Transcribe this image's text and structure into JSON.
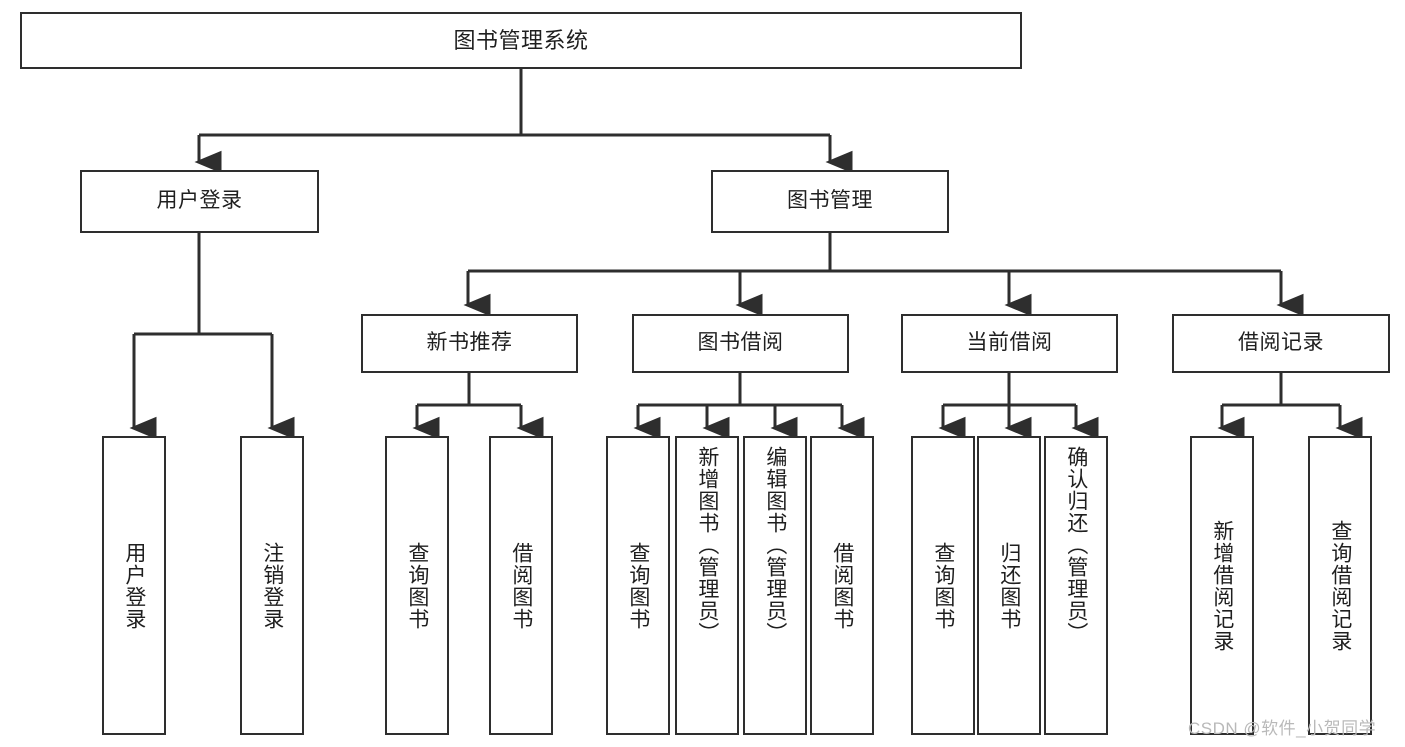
{
  "diagram": {
    "type": "tree-hierarchy-chart",
    "title": "图书管理系统",
    "theme": {
      "background": "#ffffff",
      "node_fill": "#ffffff",
      "node_border": "#2e2e2e",
      "text": "#1f1f1f",
      "connector": "#2e2e2e",
      "watermark": "#b9b9b9"
    },
    "root": {
      "label": "图书管理系统",
      "name": "node-root-library-management-system"
    },
    "level2": [
      {
        "label": "用户登录",
        "name": "node-user-login"
      },
      {
        "label": "图书管理",
        "name": "node-book-management"
      }
    ],
    "level3": [
      {
        "label": "新书推荐",
        "name": "node-new-book-recommendation"
      },
      {
        "label": "图书借阅",
        "name": "node-book-borrow"
      },
      {
        "label": "当前借阅",
        "name": "node-current-borrow"
      },
      {
        "label": "借阅记录",
        "name": "node-borrow-record"
      }
    ],
    "leaves": {
      "user_login": [
        {
          "label": "用户登录",
          "name": "leaf-user-login"
        },
        {
          "label": "注销登录",
          "name": "leaf-logout"
        }
      ],
      "new_book_recommendation": [
        {
          "label": "查询图书",
          "name": "leaf-query-book-recommend"
        },
        {
          "label": "借阅图书",
          "name": "leaf-borrow-book-recommend"
        }
      ],
      "book_borrow": [
        {
          "label": "查询图书",
          "name": "leaf-query-book-borrow"
        },
        {
          "label": "新增图书（管理员）",
          "name": "leaf-add-book-admin"
        },
        {
          "label": "编辑图书（管理员）",
          "name": "leaf-edit-book-admin"
        },
        {
          "label": "借阅图书",
          "name": "leaf-borrow-book"
        }
      ],
      "current_borrow": [
        {
          "label": "查询图书",
          "name": "leaf-query-book-current"
        },
        {
          "label": "归还图书",
          "name": "leaf-return-book"
        },
        {
          "label": "确认归还（管理员）",
          "name": "leaf-confirm-return-admin"
        }
      ],
      "borrow_record": [
        {
          "label": "新增借阅记录",
          "name": "leaf-add-borrow-record"
        },
        {
          "label": "查询借阅记录",
          "name": "leaf-query-borrow-record"
        }
      ]
    },
    "watermark": "CSDN @软件_小贺同学"
  }
}
